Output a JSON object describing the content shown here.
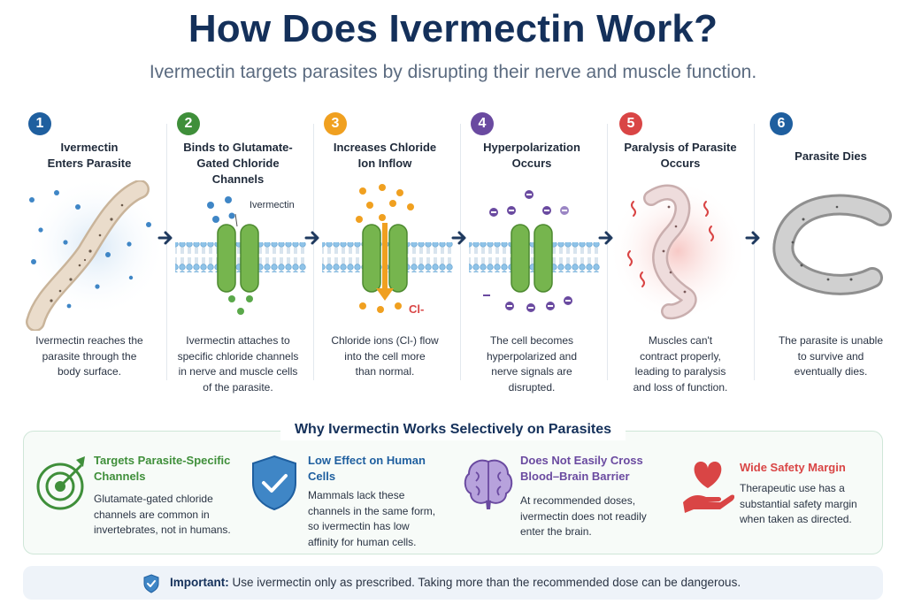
{
  "title": "How Does Ivermectin Work?",
  "subtitle": "Ivermectin targets parasites by disrupting their nerve and muscle function.",
  "steps": [
    {
      "num": "1",
      "head_l1": "Ivermectin",
      "head_l2": "Enters Parasite",
      "head_l3": "",
      "desc_l1": "Ivermectin reaches the",
      "desc_l2": "parasite through the",
      "desc_l3": "body surface.",
      "desc_l4": "",
      "color": "#1f5f9f"
    },
    {
      "num": "2",
      "head_l1": "Binds to Glutamate-",
      "head_l2": "Gated Chloride",
      "head_l3": "Channels",
      "desc_l1": "Ivermectin attaches to",
      "desc_l2": "specific chloride channels",
      "desc_l3": "in nerve and muscle cells",
      "desc_l4": "of the parasite.",
      "color": "#3f8f3a"
    },
    {
      "num": "3",
      "head_l1": "Increases Chloride",
      "head_l2": "Ion Inflow",
      "head_l3": "",
      "desc_l1": "Chloride ions (Cl-) flow",
      "desc_l2": "into the cell more",
      "desc_l3": "than normal.",
      "desc_l4": "",
      "color": "#f0a020"
    },
    {
      "num": "4",
      "head_l1": "Hyperpolarization",
      "head_l2": "Occurs",
      "head_l3": "",
      "desc_l1": "The cell becomes",
      "desc_l2": "hyperpolarized and",
      "desc_l3": "nerve signals are",
      "desc_l4": "disrupted.",
      "color": "#6a4aa0"
    },
    {
      "num": "5",
      "head_l1": "Paralysis of Parasite",
      "head_l2": "Occurs",
      "head_l3": "",
      "desc_l1": "Muscles can't",
      "desc_l2": "contract properly,",
      "desc_l3": "leading to paralysis",
      "desc_l4": "and loss of function.",
      "color": "#d94545"
    },
    {
      "num": "6",
      "head_l1": "Parasite Dies",
      "head_l2": "",
      "head_l3": "",
      "desc_l1": "The parasite is unable",
      "desc_l2": "to survive and",
      "desc_l3": "eventually dies.",
      "desc_l4": "",
      "color": "#1f5f9f"
    }
  ],
  "labels": {
    "ivermectin": "Ivermectin",
    "chloride": "Cl-"
  },
  "selectivity": {
    "title": "Why Ivermectin Works Selectively on Parasites",
    "features": [
      {
        "head_l1": "Targets Parasite-Specific",
        "head_l2": "Channels",
        "body_l1": "Glutamate-gated chloride",
        "body_l2": "channels are common in",
        "body_l3": "invertebrates, not in humans.",
        "body_l4": "",
        "color": "#3f8f3a",
        "icon": "target-icon"
      },
      {
        "head_l1": "Low Effect on Human",
        "head_l2": "Cells",
        "body_l1": "Mammals lack these",
        "body_l2": "channels in the same form,",
        "body_l3": "so ivermectin has low",
        "body_l4": "affinity for human cells.",
        "color": "#1f5f9f",
        "icon": "shield-check-icon"
      },
      {
        "head_l1": "Does Not Easily Cross",
        "head_l2": "Blood–Brain Barrier",
        "body_l1": "At recommended doses,",
        "body_l2": "ivermectin does not readily",
        "body_l3": "enter the brain.",
        "body_l4": "",
        "color": "#6a4aa0",
        "icon": "brain-icon"
      },
      {
        "head_l1": "Wide Safety Margin",
        "head_l2": "",
        "body_l1": "Therapeutic use has a",
        "body_l2": "substantial safety margin",
        "body_l3": "when taken as directed.",
        "body_l4": "",
        "color": "#d94545",
        "icon": "heart-hand-icon"
      }
    ]
  },
  "important": {
    "label": "Important:",
    "text": " Use ivermectin only as prescribed. Taking more than the recommended dose can be dangerous."
  }
}
